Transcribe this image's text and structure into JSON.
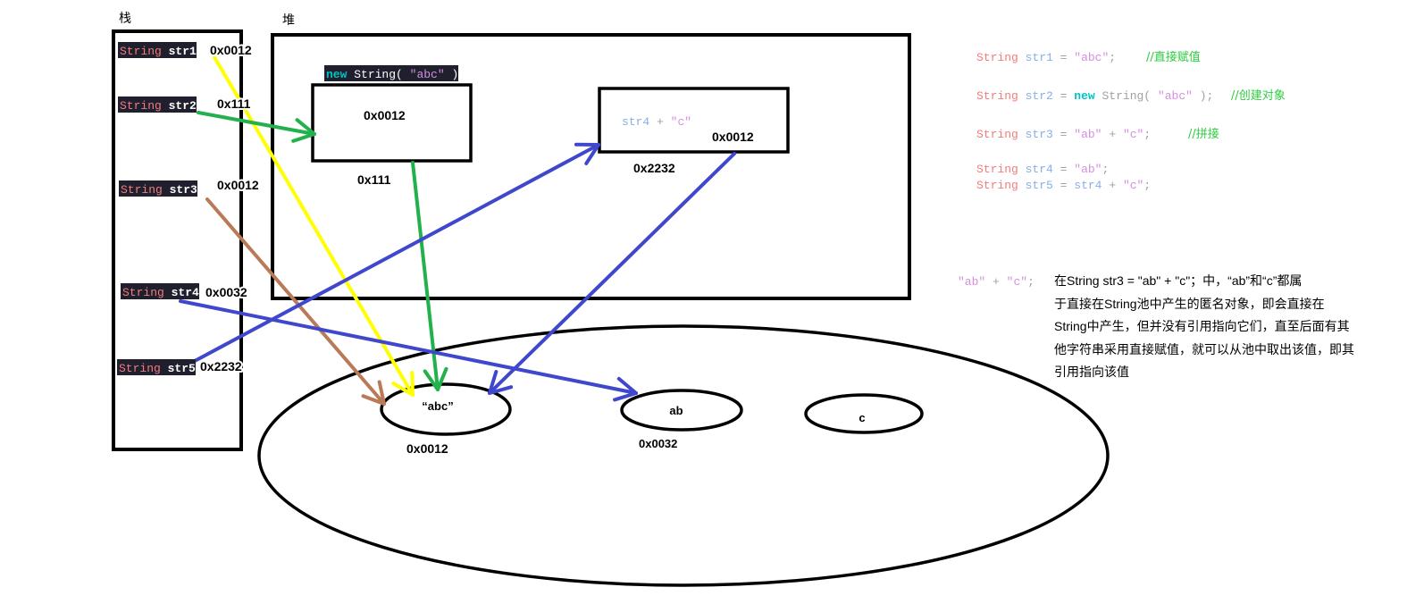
{
  "labels": {
    "stack": "栈",
    "heap": "堆"
  },
  "stack": [
    {
      "type": "String",
      "name": "str1",
      "address": "0x0012"
    },
    {
      "type": "String",
      "name": "str2",
      "address": "0x111"
    },
    {
      "type": "String",
      "name": "str3",
      "address": "0x0012"
    },
    {
      "type": "String",
      "name": "str4",
      "address": "0x0032"
    },
    {
      "type": "String",
      "name": "str5",
      "address": "0x2232"
    }
  ],
  "heap": {
    "new_string": {
      "keyword": "new",
      "call": "String(",
      "arg": "\"abc\"",
      "close": ")"
    },
    "object1": {
      "value": "0x0012",
      "address": "0x111"
    },
    "object2": {
      "var": "str4",
      "op": "+",
      "str": "\"c\"",
      "value": "0x0012",
      "address": "0x2232"
    }
  },
  "pool": [
    {
      "value": "“abc”",
      "address": "0x0012"
    },
    {
      "value": "ab",
      "address": "0x0032"
    },
    {
      "value": "c"
    }
  ],
  "code": [
    {
      "type": "String",
      "var": "str1",
      "eq": "=",
      "value": "\"abc\"",
      "end": ";",
      "comment": "//直接赋值"
    },
    {
      "type": "String",
      "var": "str2",
      "eq": "=",
      "keyword": "new",
      "call": "String(",
      "value": "\"abc\"",
      "end": ");",
      "comment": "//创建对象"
    },
    {
      "type": "String",
      "var": "str3",
      "eq": "=",
      "left": "\"ab\"",
      "op": "+",
      "right": "\"c\"",
      "end": ";",
      "comment": "//拼接"
    },
    {
      "type": "String",
      "var": "str4",
      "eq": "=",
      "value": "\"ab\"",
      "end": ";"
    },
    {
      "type": "String",
      "var": "str5",
      "eq": "=",
      "left": "str4",
      "op": "+",
      "right": "\"c\"",
      "end": ";"
    }
  ],
  "note": {
    "expr": {
      "left": "\"ab\"",
      "op": "+",
      "right": "\"c\"",
      "end": ";"
    },
    "lines": [
      "在String str3 = \"ab\" + \"c\"；中，“ab”和“c”都属",
      "于直接在String池中产生的匿名对象，即会直接在",
      "String中产生，但并没有引用指向它们，直至后面有其",
      "他字符串采用直接赋值，就可以从池中取出该值，即其",
      "引用指向该值"
    ]
  },
  "colors": {
    "type": "#f47b7b",
    "var": "#86afe8",
    "punct": "#a0a0a0",
    "string": "#d58ee0",
    "keyword": "#00c5c5",
    "comment": "#2ecc40",
    "label_bg": "#1f1f2e",
    "label_name": "#ffffff",
    "arrow_yellow": "#ffff00",
    "arrow_green": "#22b14c",
    "arrow_brown": "#b97a57",
    "arrow_blue": "#3f48cc"
  }
}
